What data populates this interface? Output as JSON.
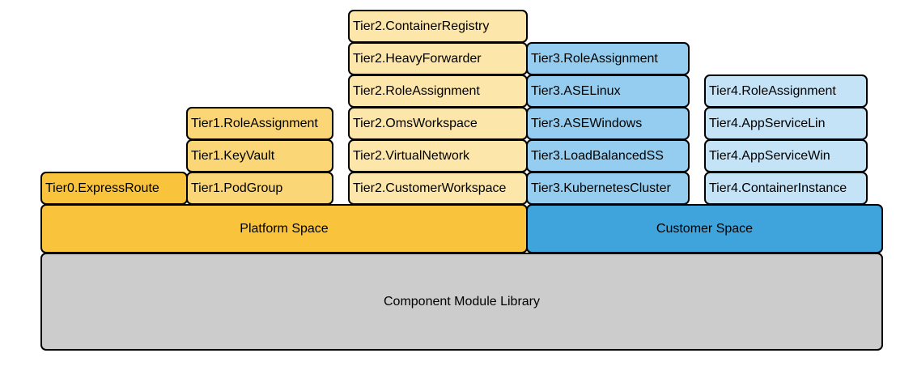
{
  "library_label": "Component Module Library",
  "platform_label": "Platform Space",
  "customer_label": "Customer Space",
  "tier0": [
    "Tier0.ExpressRoute"
  ],
  "tier1": [
    "Tier1.PodGroup",
    "Tier1.KeyVault",
    "Tier1.RoleAssignment"
  ],
  "tier2": [
    "Tier2.CustomerWorkspace",
    "Tier2.VirtualNetwork",
    "Tier2.OmsWorkspace",
    "Tier2.RoleAssignment",
    "Tier2.HeavyForwarder",
    "Tier2.ContainerRegistry"
  ],
  "tier3": [
    "Tier3.KubernetesCluster",
    "Tier3.LoadBalancedSS",
    "Tier3.ASEWindows",
    "Tier3.ASELinux",
    "Tier3.RoleAssignment"
  ],
  "tier4": [
    "Tier4.ContainerInstance",
    "Tier4.AppServiceWin",
    "Tier4.AppServiceLin",
    "Tier4.RoleAssignment"
  ],
  "colors": {
    "platform": "#f9c33c",
    "customer": "#3fa3dc",
    "library": "#cccccc",
    "tier0": "#f9c33c",
    "tier1": "#fbd676",
    "tier2": "#fde6aa",
    "tier3": "#94cdef",
    "tier4": "#c4e3f7"
  }
}
